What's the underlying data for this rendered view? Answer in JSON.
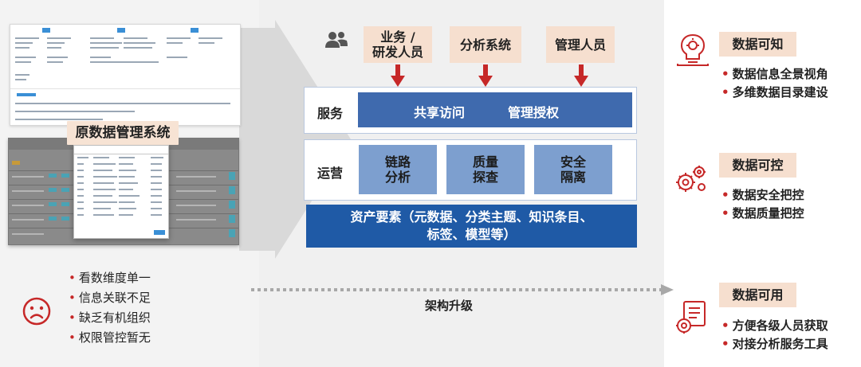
{
  "left": {
    "old_system_label": "原数据管理系统",
    "problems": [
      "看数维度单一",
      "信息关联不足",
      "缺乏有机组织",
      "权限管控暂无"
    ],
    "icon": "sad-face-icon"
  },
  "middle": {
    "roles": [
      "业务 /\n研发人员",
      "分析系统",
      "管理人员"
    ],
    "roles_icon": "users-icon",
    "service": {
      "label": "服务",
      "items": [
        "共享访问",
        "管理授权"
      ]
    },
    "operations": {
      "label": "运营",
      "items": [
        "链路\n分析",
        "质量\n探查",
        "安全\n隔离"
      ]
    },
    "assets": "资产要素（元数据、分类主题、知识条目、\n标签、模型等）",
    "upgrade_label": "架构升级"
  },
  "right": {
    "blocks": [
      {
        "title": "数据可知",
        "icon": "knowledge-head-icon",
        "items": [
          "数据信息全景视角",
          "多维数据目录建设"
        ]
      },
      {
        "title": "数据可控",
        "icon": "gears-icon",
        "items": [
          "数据安全把控",
          "数据质量把控"
        ]
      },
      {
        "title": "数据可用",
        "icon": "document-gear-icon",
        "items": [
          "方便各级人员获取",
          "对接分析服务工具"
        ]
      }
    ]
  },
  "colors": {
    "accent_red": "#c62828",
    "service_blue": "#3f6aae",
    "ops_blue": "#7d9fcf",
    "asset_blue": "#1f5aa6",
    "label_peach": "#f6dfcf"
  }
}
